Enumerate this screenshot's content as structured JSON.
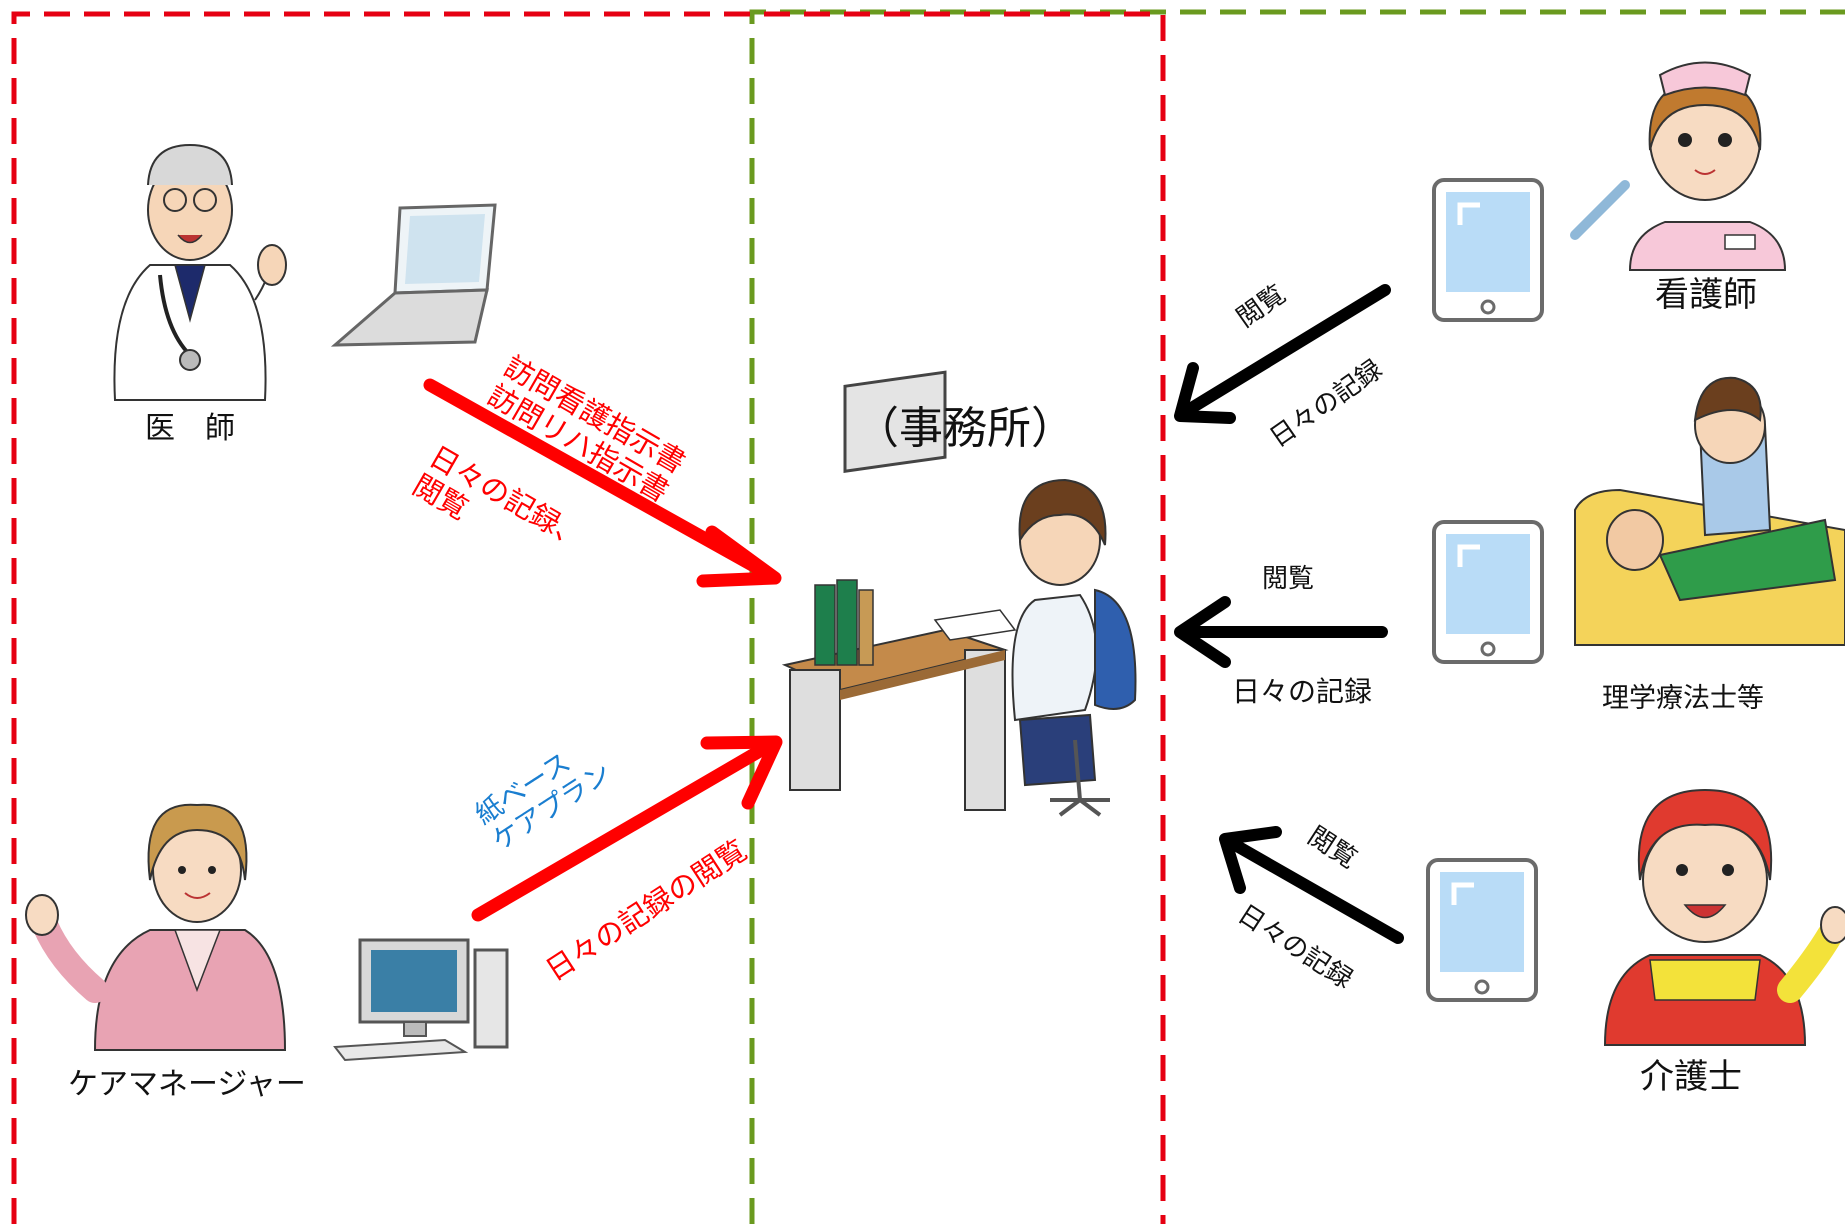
{
  "colors": {
    "red_zone": "#e60012",
    "green_zone": "#6a9a1f",
    "red_arrow": "#ff0000",
    "black_arrow": "#000000",
    "blue_text": "#1a7ed0",
    "tablet_screen": "#b9dcf7",
    "tablet_frame": "#6b6b6b"
  },
  "people": {
    "doctor": "医　師",
    "care_manager": "ケアマネージャー",
    "office": "（事務所）",
    "nurse": "看護師",
    "therapist": "理学療法士等",
    "caregiver": "介護士"
  },
  "left_arrows": {
    "doctor_docs_line1": "訪問看護指示書",
    "doctor_docs_line2": "訪問リハ指示書",
    "doctor_view_line1": "日々の記録、",
    "doctor_view_line2": "閲覧",
    "cm_docs_line1": "紙ベース",
    "cm_docs_line2": "ケアプラン",
    "cm_view": "日々の記録の閲覧"
  },
  "right_arrows": {
    "nurse_view": "閲覧",
    "nurse_record": "日々の記録",
    "therapist_view": "閲覧",
    "therapist_record": "日々の記録",
    "caregiver_view": "閲覧",
    "caregiver_record": "日々の記録"
  },
  "icons": {
    "doctor": "doctor-illustration",
    "care_manager": "care-manager-illustration",
    "office": "office-worker-at-desk-illustration",
    "nurse": "nurse-illustration",
    "therapist": "physical-therapist-illustration",
    "caregiver": "caregiver-illustration",
    "laptop": "laptop-icon",
    "desktop": "desktop-computer-icon",
    "tablet": "tablet-icon"
  }
}
